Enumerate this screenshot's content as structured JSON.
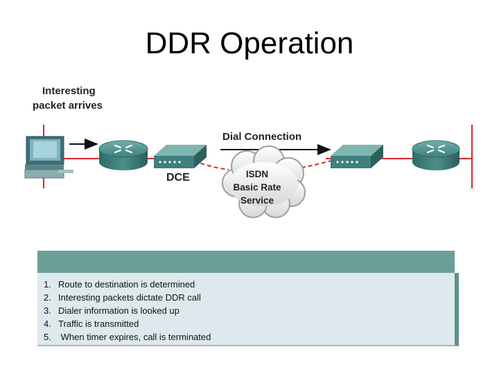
{
  "title": "DDR Operation",
  "labels": {
    "interesting_line1": "Interesting",
    "interesting_line2": "packet arrives",
    "dial_connection": "Dial Connection",
    "dce": "DCE",
    "cloud_line1": "ISDN",
    "cloud_line2": "Basic Rate",
    "cloud_line3": "Service"
  },
  "steps": [
    {
      "num": "1.",
      "text": "Route to destination is determined"
    },
    {
      "num": "2.",
      "text": "Interesting packets dictate DDR call"
    },
    {
      "num": "3.",
      "text": "Dialer information is looked up"
    },
    {
      "num": "4.",
      "text": "Traffic is transmitted"
    },
    {
      "num": "5.",
      "text": " When timer expires, call is terminated"
    }
  ],
  "colors": {
    "link_red": "#d8262b",
    "device_teal": "#3f7f7c",
    "panel_header": "#6a9e99",
    "panel_body": "#dde9ec"
  }
}
